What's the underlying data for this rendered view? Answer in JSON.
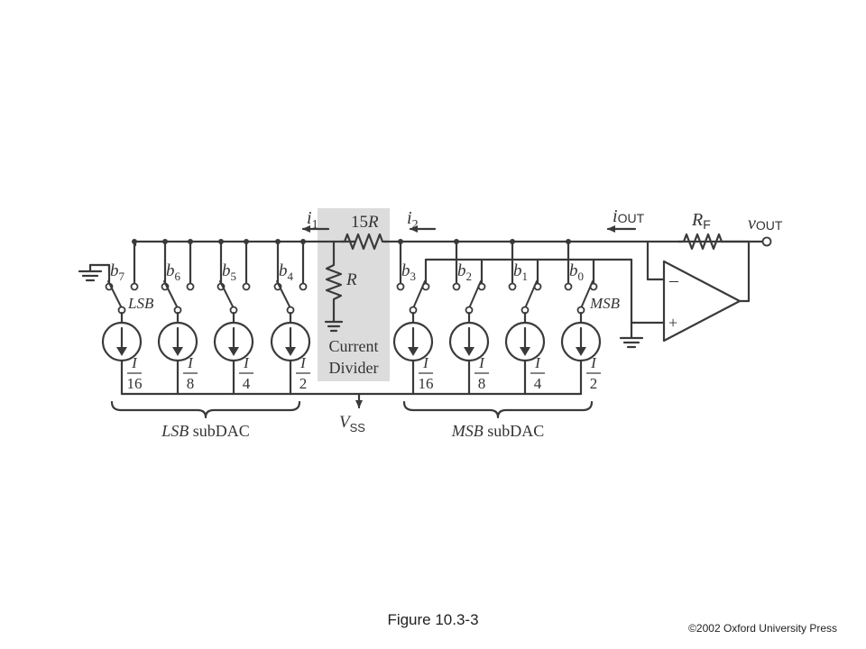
{
  "figure": {
    "caption": "Figure 10.3-3",
    "copyright": "©2002 Oxford University Press"
  },
  "colors": {
    "wire": "#3a3a3a",
    "divider_fill": "#dcdcdc",
    "background": "#ffffff"
  },
  "circuit": {
    "currents": {
      "i1": {
        "base": "i",
        "sub": "1"
      },
      "i2": {
        "base": "i",
        "sub": "2"
      },
      "iout": {
        "base": "i",
        "sub": "OUT"
      }
    },
    "resistors": {
      "series": {
        "num": "15",
        "base": "R"
      },
      "divider": "R",
      "feedback": {
        "base": "R",
        "sub": "F"
      }
    },
    "output": {
      "base": "v",
      "sub": "OUT"
    },
    "supply": {
      "base": "V",
      "sub": "SS"
    },
    "divider_box": {
      "line1": "Current",
      "line2": "Divider"
    },
    "opamp": {
      "minus": "–",
      "plus": "+"
    },
    "lsb_marker": "LSB",
    "msb_marker": "MSB",
    "lsb_bits": [
      {
        "base": "b",
        "sub": "7"
      },
      {
        "base": "b",
        "sub": "6"
      },
      {
        "base": "b",
        "sub": "5"
      },
      {
        "base": "b",
        "sub": "4"
      }
    ],
    "msb_bits": [
      {
        "base": "b",
        "sub": "3"
      },
      {
        "base": "b",
        "sub": "2"
      },
      {
        "base": "b",
        "sub": "1"
      },
      {
        "base": "b",
        "sub": "0"
      }
    ],
    "lsb_sources": [
      {
        "num": "I",
        "den": "16"
      },
      {
        "num": "I",
        "den": "8"
      },
      {
        "num": "I",
        "den": "4"
      },
      {
        "num": "I",
        "den": "2"
      }
    ],
    "msb_sources": [
      {
        "num": "I",
        "den": "16"
      },
      {
        "num": "I",
        "den": "8"
      },
      {
        "num": "I",
        "den": "4"
      },
      {
        "num": "I",
        "den": "2"
      }
    ],
    "lsb_subdac": {
      "italic": "LSB",
      "rest": " subDAC"
    },
    "msb_subdac": {
      "italic": "MSB",
      "rest": " subDAC"
    }
  }
}
